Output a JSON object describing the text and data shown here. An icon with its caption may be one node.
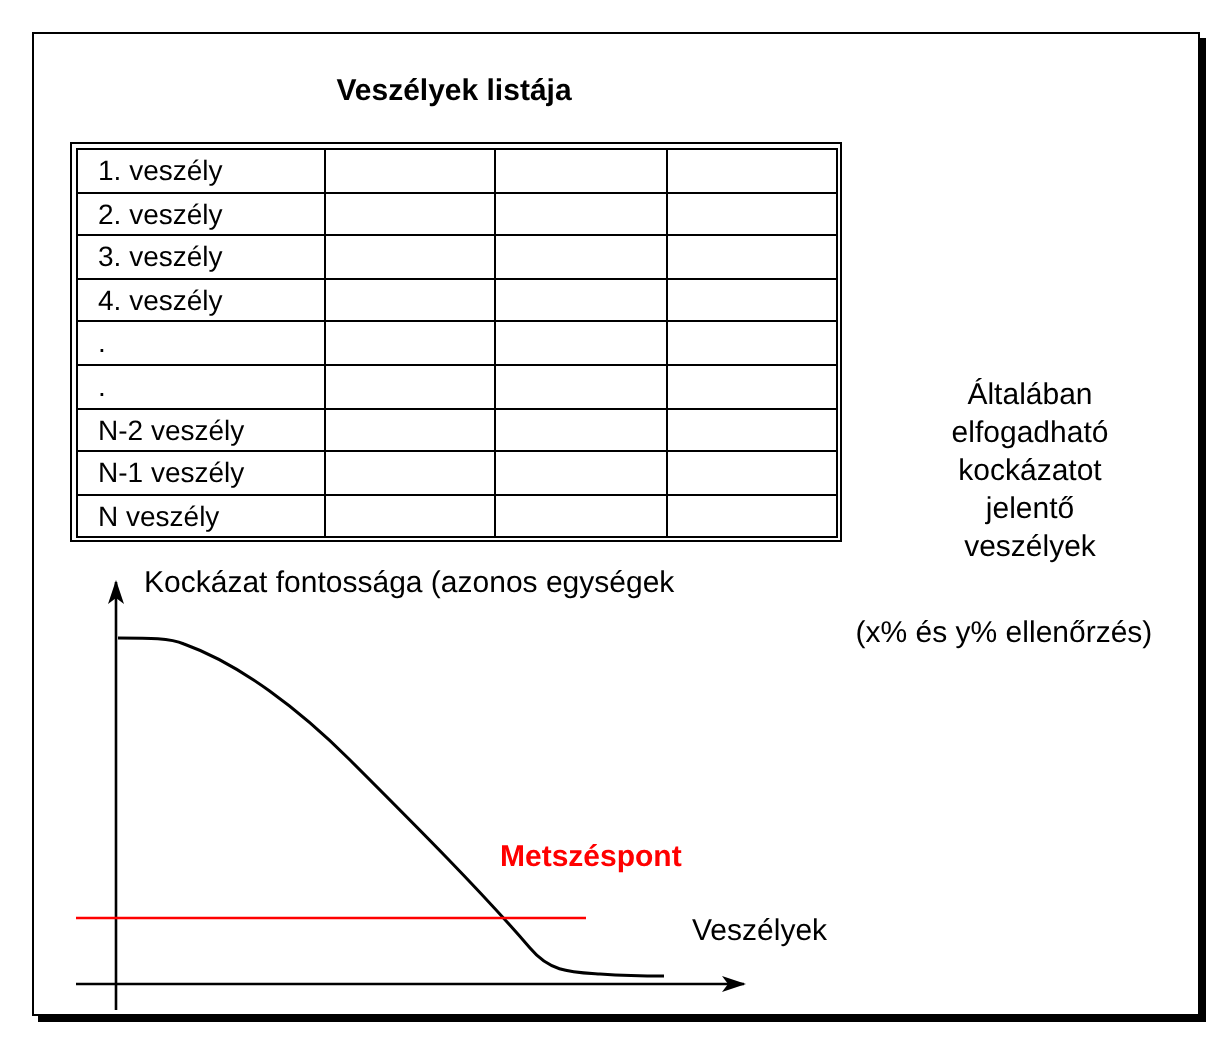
{
  "diagram": {
    "title": "Veszélyek listája",
    "labels": [
      "1. veszély",
      "2. veszély",
      "3. veszély",
      "4. veszély",
      ".",
      ".",
      "N-2 veszély",
      "N-1 veszély",
      "N veszély",
      "Általában elfogadható kockázatot jelentő veszélyek",
      "(x% és y% ellenőrzés)",
      "Kockázat fontossága (azonos egységek",
      "Metszéspont",
      "Veszélyek"
    ]
  }
}
